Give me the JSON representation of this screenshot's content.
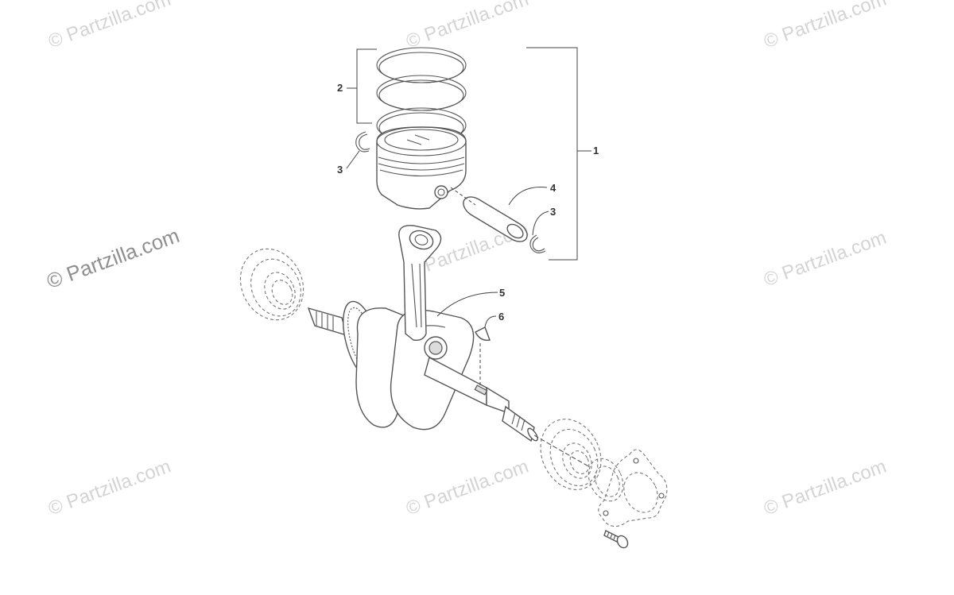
{
  "watermark": {
    "text": "© Partzilla.com"
  },
  "callouts": [
    {
      "id": "1",
      "label": "1"
    },
    {
      "id": "2",
      "label": "2"
    },
    {
      "id": "3a",
      "label": "3"
    },
    {
      "id": "3b",
      "label": "3"
    },
    {
      "id": "4",
      "label": "4"
    },
    {
      "id": "5",
      "label": "5"
    },
    {
      "id": "6",
      "label": "6"
    }
  ],
  "colors": {
    "line": "#555555",
    "watermark_light": "#d4d4d4",
    "watermark_dark": "#8f8f8f"
  }
}
